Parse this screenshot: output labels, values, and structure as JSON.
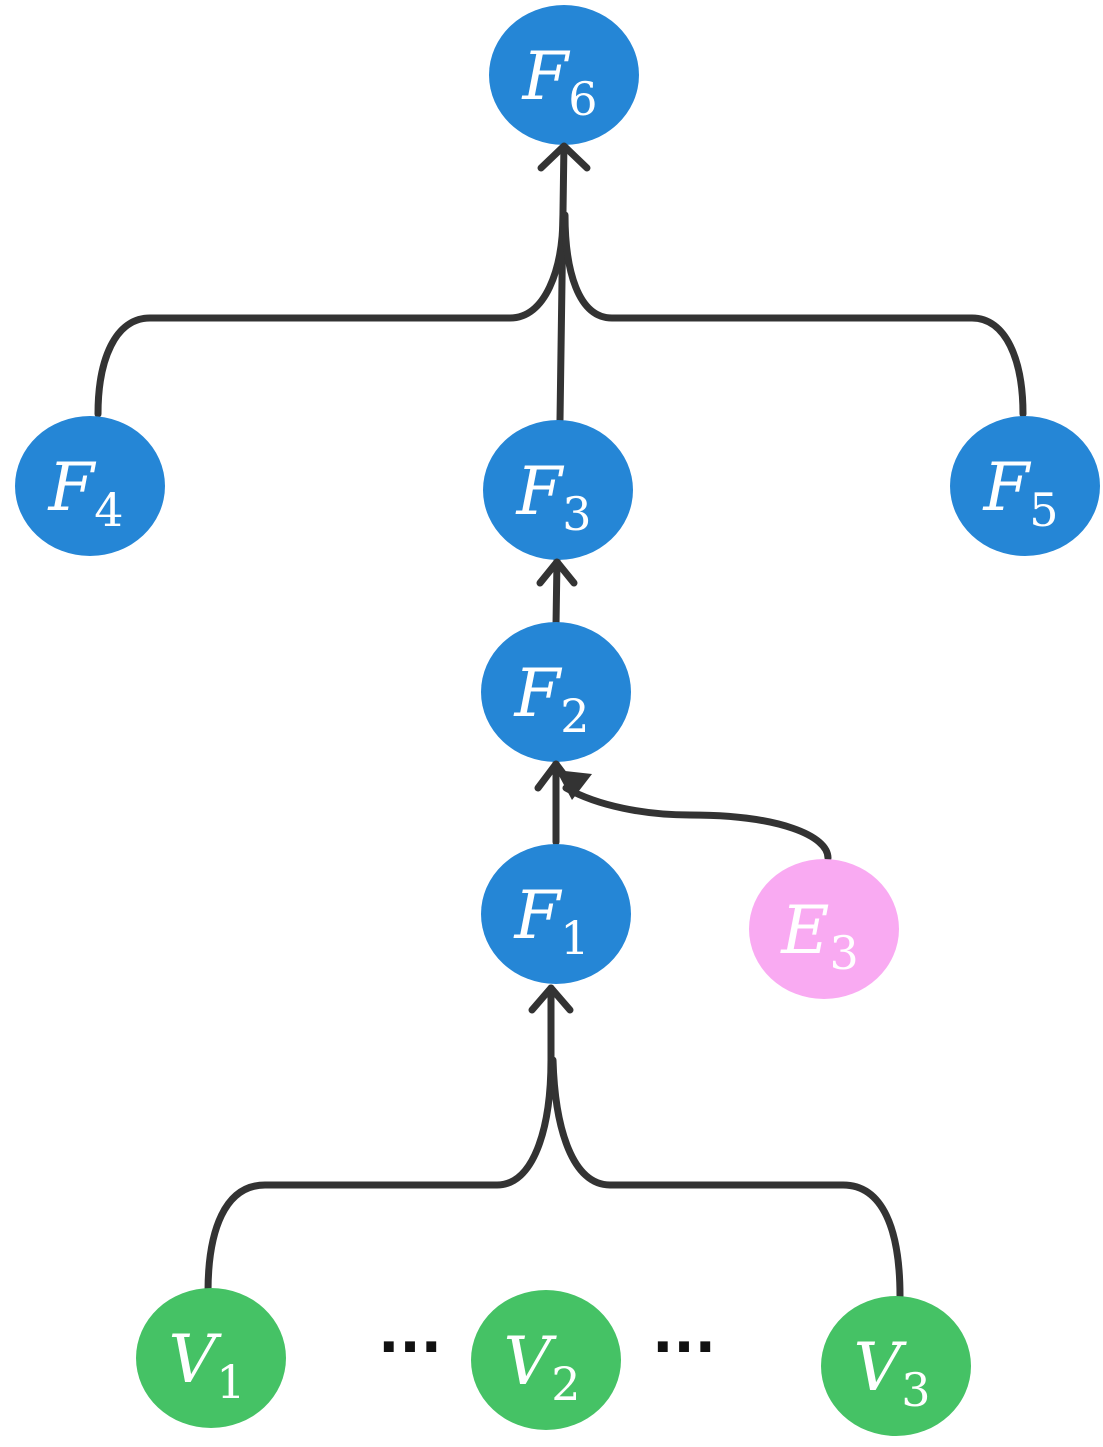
{
  "colors": {
    "feature": "#2586D6",
    "input": "#45C265",
    "external": "#F9AAF2",
    "edge": "#333333"
  },
  "nodes": [
    {
      "id": "F6",
      "letter": "F",
      "sub": "6",
      "kind": "feature"
    },
    {
      "id": "F4",
      "letter": "F",
      "sub": "4",
      "kind": "feature"
    },
    {
      "id": "F3",
      "letter": "F",
      "sub": "3",
      "kind": "feature"
    },
    {
      "id": "F5",
      "letter": "F",
      "sub": "5",
      "kind": "feature"
    },
    {
      "id": "F2",
      "letter": "F",
      "sub": "2",
      "kind": "feature"
    },
    {
      "id": "F1",
      "letter": "F",
      "sub": "1",
      "kind": "feature"
    },
    {
      "id": "E3",
      "letter": "E",
      "sub": "3",
      "kind": "external"
    },
    {
      "id": "V1",
      "letter": "V",
      "sub": "1",
      "kind": "input"
    },
    {
      "id": "V2",
      "letter": "V",
      "sub": "2",
      "kind": "input"
    },
    {
      "id": "V3",
      "letter": "V",
      "sub": "3",
      "kind": "input"
    }
  ],
  "edges": [
    {
      "from": "F4",
      "to": "F6"
    },
    {
      "from": "F3",
      "to": "F6"
    },
    {
      "from": "F5",
      "to": "F6"
    },
    {
      "from": "F2",
      "to": "F3"
    },
    {
      "from": "F1",
      "to": "F2"
    },
    {
      "from": "E3",
      "to": "F2"
    },
    {
      "from": "V1",
      "to": "F1"
    },
    {
      "from": "V2",
      "to": "F1"
    },
    {
      "from": "V3",
      "to": "F1"
    }
  ],
  "ellipsis": [
    "...",
    "..."
  ]
}
